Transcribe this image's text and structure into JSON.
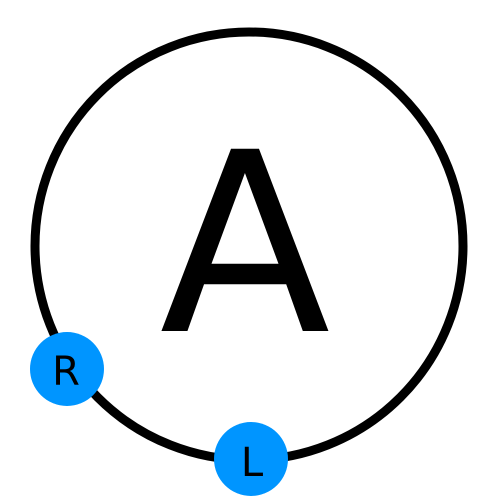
{
  "colors": {
    "ring": "#000000",
    "badge_fill": "#0095ff",
    "text": "#000000",
    "background": "#ffffff"
  },
  "main": {
    "letter": "A"
  },
  "badges": [
    {
      "id": "badge-r",
      "label": "R"
    },
    {
      "id": "badge-l",
      "label": "L"
    }
  ]
}
